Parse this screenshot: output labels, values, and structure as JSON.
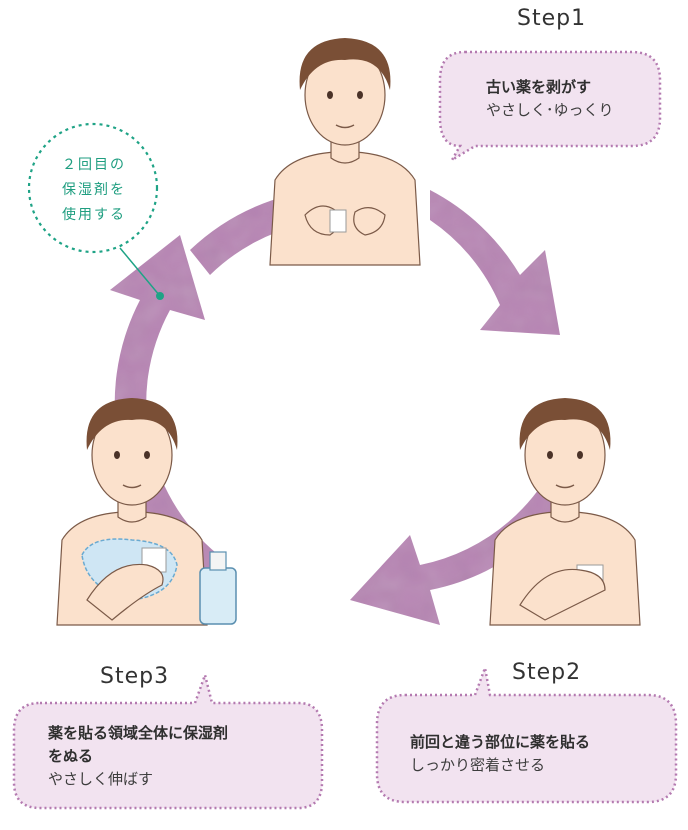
{
  "colors": {
    "cycle_arrow": "#b784b4",
    "bubble_fill": "#f2e3f0",
    "bubble_border": "#b47ab0",
    "note_accent": "#1fa386",
    "skin": "#fbe1cc",
    "hair": "#7a4f36"
  },
  "note": {
    "lines": [
      "２回目の",
      "保湿剤を",
      "使用する"
    ]
  },
  "steps": [
    {
      "label": "Step1",
      "bold": "古い薬を剥がす",
      "sub": "やさしく･ゆっくり"
    },
    {
      "label": "Step2",
      "bold": "前回と違う部位に薬を貼る",
      "sub": "しっかり密着させる"
    },
    {
      "label": "Step3",
      "bold_lines": [
        "薬を貼る領域全体に保湿剤",
        "をぬる"
      ],
      "sub": "やさしく伸ばす"
    }
  ]
}
